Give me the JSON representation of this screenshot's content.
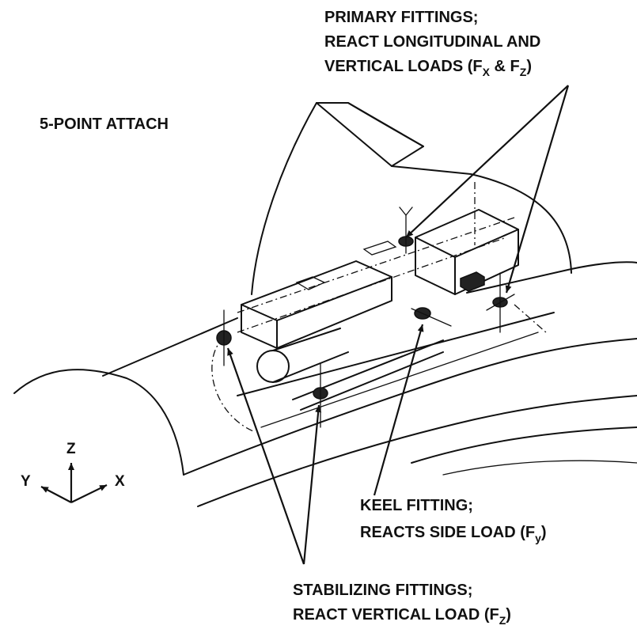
{
  "diagram": {
    "attach_label": "5-POINT ATTACH",
    "primary": {
      "line1": "PRIMARY FITTINGS;",
      "line2": "REACT LONGITUDINAL AND",
      "line3_prefix": "VERTICAL LOADS (F",
      "sub_x": "X",
      "amp": " & F",
      "sub_z": "Z",
      "close": ")"
    },
    "keel": {
      "line1": "KEEL FITTING;",
      "line2_prefix": "REACTS SIDE LOAD (F",
      "sub_y": "y",
      "close": ")"
    },
    "stabilizing": {
      "line1": "STABILIZING FITTINGS;",
      "line2_prefix": "REACT VERTICAL LOAD (F",
      "sub_z": "Z",
      "close": ")"
    },
    "axes": {
      "z": "Z",
      "y": "Y",
      "x": "X"
    }
  }
}
